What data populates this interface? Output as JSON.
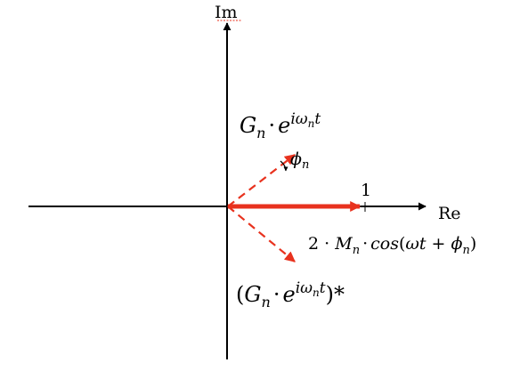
{
  "axes": {
    "imag_label": "Im",
    "real_label": "Re",
    "tick_label": "1"
  },
  "labels": {
    "G": "G",
    "n": "n",
    "dot": "·",
    "e": "e",
    "iomega": "iω",
    "t": "t",
    "phi": "ϕ",
    "conj_open": "(",
    "conj_close": ")*",
    "sum_prefix": "2 · ",
    "M": "M",
    "cos": "cos",
    "paren_open": "(",
    "omega_t": "ωt",
    "plus": " + ",
    "paren_close": ")"
  },
  "colors": {
    "axis": "#000000",
    "phasor": "#e8321e"
  }
}
